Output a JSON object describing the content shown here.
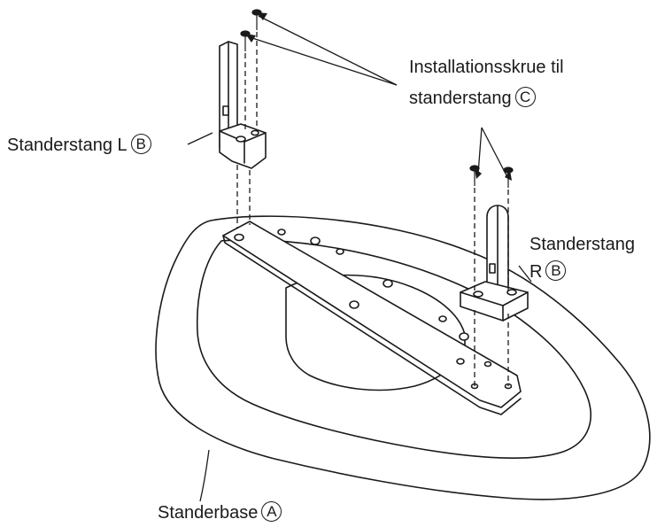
{
  "labels": {
    "screw": {
      "line1": "Installationsskrue til",
      "line2": "standerstang",
      "letter": "C"
    },
    "pole_left": {
      "text": "Standerstang L",
      "letter": "B"
    },
    "pole_right": {
      "line1": "Standerstang",
      "line2": "R",
      "letter": "B"
    },
    "base": {
      "text": "Standerbase",
      "letter": "A"
    }
  },
  "colors": {
    "line": "#1a1a1a",
    "fill": "#ffffff"
  }
}
